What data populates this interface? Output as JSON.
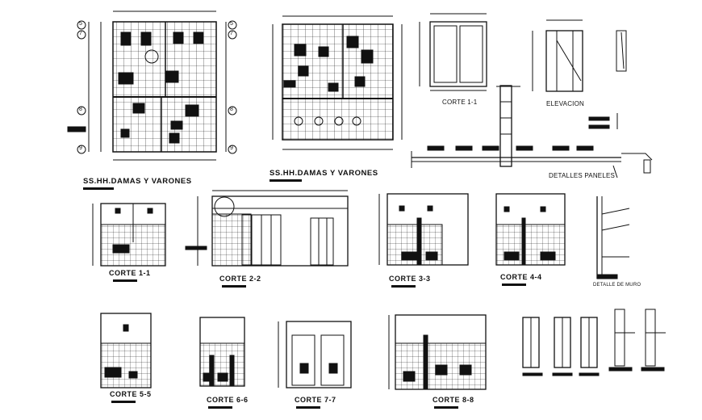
{
  "sheet": {
    "plan_left_title": "SS.HH.DAMAS Y VARONES",
    "plan_right_title": "SS.HH.DAMAS Y VARONES",
    "door_section_title": "CORTE 1-1",
    "door_elevation_title": "ELEVACION",
    "panel_details_title": "DETALLES PANELES",
    "sections": [
      {
        "title": "CORTE 1-1"
      },
      {
        "title": "CORTE 2-2"
      },
      {
        "title": "CORTE 3-3"
      },
      {
        "title": "CORTE 4-4"
      },
      {
        "title": "CORTE 5-5"
      },
      {
        "title": "CORTE 6-6"
      },
      {
        "title": "CORTE 7-7"
      },
      {
        "title": "CORTE 8-8"
      }
    ],
    "wall_detail_title": "DETALLE DE MURO",
    "grid_axes": [
      "5",
      "7",
      "8",
      "9"
    ]
  },
  "colors": {
    "line": "#111111",
    "paper": "#ffffff"
  }
}
